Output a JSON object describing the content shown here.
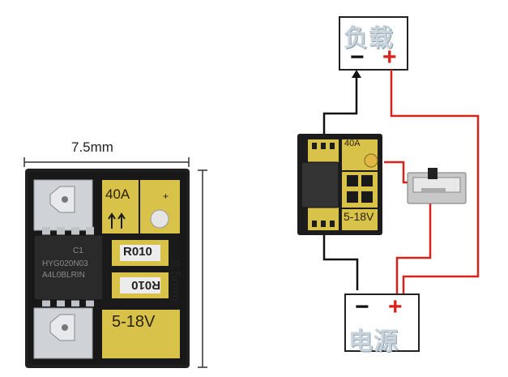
{
  "left_board": {
    "width_dim": "7.5mm",
    "height_dim": "8.5mm",
    "current_mark": "40A",
    "voltage_mark": "5-18V",
    "resistor_code": "R010",
    "chip_line1": "C1",
    "chip_line2": "HYG020N03",
    "chip_line3": "A4L0BLRIN"
  },
  "right_diagram": {
    "load_label": "负载",
    "power_label": "电源",
    "minus_sign": "−",
    "plus_sign": "+",
    "board_current": "40A",
    "board_voltage": "5-18V"
  },
  "colors": {
    "pcb_black": "#1c1c1c",
    "gold_pad": "#d9c24a",
    "wire_red": "#d8231c",
    "wire_black": "#111111",
    "label_gray": "#c9d3dc"
  }
}
